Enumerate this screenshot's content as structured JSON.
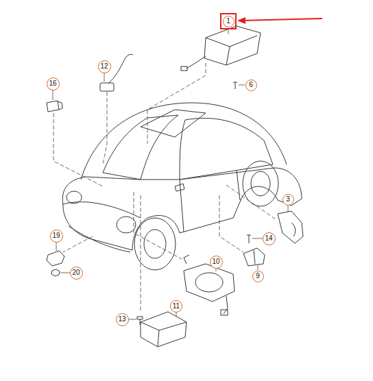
{
  "diagram": {
    "nodes": [
      {
        "text": [
          "1"
        ]
      },
      {
        "text": [
          "12"
        ]
      },
      {
        "text": [
          "6"
        ]
      },
      {
        "text": [
          "16"
        ]
      },
      {
        "text": [
          "3"
        ]
      },
      {
        "text": [
          "14"
        ]
      },
      {
        "text": [
          "19"
        ]
      },
      {
        "text": [
          "9"
        ]
      },
      {
        "text": [
          "10"
        ]
      },
      {
        "text": [
          "20"
        ]
      },
      {
        "text": [
          "13"
        ]
      },
      {
        "text": [
          "11"
        ]
      }
    ]
  }
}
